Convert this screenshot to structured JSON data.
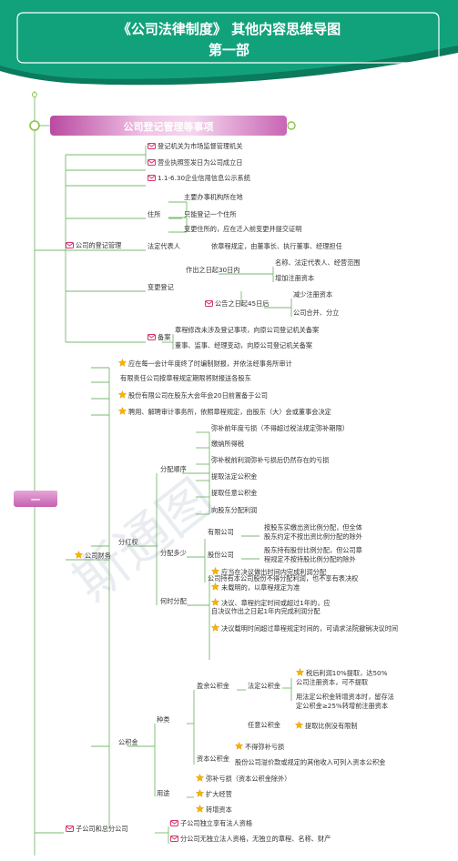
{
  "title_line1": "《公司法律制度》 其他内容思维导图",
  "title_line2": "第一部",
  "banner": "公司登记管理等事项",
  "root": "一",
  "watermark": "斯通图",
  "nodes": {
    "n_reg": "公司的登记管理",
    "n_r1": "登记机关为市场监督管理机关",
    "n_r2": "营业执照签发日为公司成立日",
    "n_r3": "1.1-6.30企业信用信息公示系统",
    "n_addr": "住所",
    "n_a1": "主要办事机构所在地",
    "n_a2": "只能登记一个住所",
    "n_a3": "变更住所的，应在迁入前变更并提交证明",
    "n_legal": "法定代表人",
    "n_legal1": "依章程规定，由董事长、执行董事、经理担任",
    "n_change": "变更登记",
    "n_c30": "作出之日起30日内",
    "n_c30a": "名称、法定代表人、经营范围",
    "n_c30b": "增加注册资本",
    "n_c45": "公告之日起45日后",
    "n_c45a": "减少注册资本",
    "n_c45b": "公司合并、分立",
    "n_rec": "备案",
    "n_rec1": "章程修改未涉及登记事项，向原公司登记机关备案",
    "n_rec2": "董事、监事、经理变动，向原公司登记机关备案",
    "n_fin": "公司财务",
    "n_f1": "应在每一会计年度终了时编制财报，并依法经事务所审计",
    "n_f2": "有限责任公司按章程规定期限将财报送各股东",
    "n_f3": "股份有限公司在股东大会年会20日前置备于公司",
    "n_f4": "聘用、解聘审计事务所，依照章程规定，由股东（大）会或董事会决定",
    "n_pd": "分红权",
    "n_order": "分配顺序",
    "n_o1": "弥补前年度亏损（不得超过税法规定弥补期限）",
    "n_o2": "缴纳所得税",
    "n_o3": "弥补税前利润弥补亏损后仍然存在的亏损",
    "n_o4": "提取法定公积金",
    "n_o5": "提取任意公积金",
    "n_o6": "向股东分配利润",
    "n_ratio": "分配多少",
    "n_ltd": "有限公司",
    "n_ltd1": "按股东实缴出资比例分配，但全体",
    "n_ltd2": "股东约定不按出资比例分配的除外",
    "n_sh": "股份公司",
    "n_sh1": "股东持有股份比例分配，但公司章",
    "n_sh2": "程规定不按持股比例分配的除外",
    "n_own": "公司持有本公司股份不得分配利润，也不享有表决权",
    "n_when": "何时分配",
    "n_w1": "应当在决议做出时间内完成利润分配",
    "n_w2": "未载明的，以章程规定为准",
    "n_w3a": "决议、章程约定时间或超过1年的，应",
    "n_w3b": "自决议作出之日起1年内完成利润分配",
    "n_w4": "决议载明时间超过章程规定时间的，可请求法院撤销决议时间",
    "n_res": "公积金",
    "n_kind": "种类",
    "n_surplus": "盈余公积金",
    "n_statutory": "法定公积金",
    "n_st1a": "税后利润10%提取，达50%",
    "n_st1b": "公司注册资本，可不提取",
    "n_st2a": "用法定公积金转增资本时，留存法",
    "n_st2b": "定公积金≥25%转增前注册资本",
    "n_discretionary": "任意公积金",
    "n_disc1": "提取比例没有限制",
    "n_capres": "资本公积金",
    "n_cap1": "不得弥补亏损",
    "n_cap2": "股份公司溢价款或规定的其他收入可列入资本公积金",
    "n_use": "用途",
    "n_u1": "弥补亏损（资本公积金除外）",
    "n_u2": "扩大经营",
    "n_u3": "转增资本",
    "n_branch": "子公司和总分公司",
    "n_b1": "子公司独立享有法人资格",
    "n_b2": "分公司无独立法人资格，无独立的章程、名称、财产"
  },
  "colors": {
    "header": "#12a27b",
    "header_dark": "#0c7a5c",
    "line": "#7ab870",
    "node_dot": "#8bc34a",
    "banner": "#c865b4",
    "text": "#333333",
    "mail_icon": "#d6336c",
    "star_icon": "#f4b400"
  }
}
